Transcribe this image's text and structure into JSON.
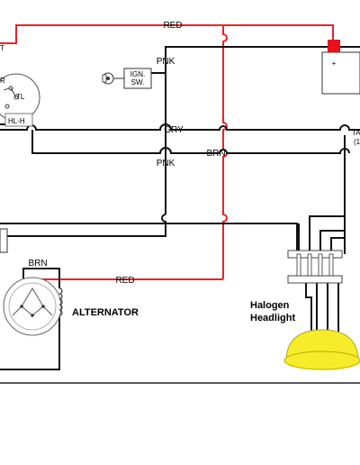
{
  "colors": {
    "red_wire": "#e8242a",
    "black_wire": "#111111",
    "dark_wire": "#2a2a2a",
    "battery_terminal": "#e8111a",
    "lamp_yellow": "#f7ec2a",
    "lamp_stroke": "#b8a800"
  },
  "labels": {
    "red_top": "RED",
    "pnk_upper": "PNK",
    "gry": "GRY",
    "brn_mid": "BRN",
    "pnk_lower": "PNK",
    "brn_alt": "BRN",
    "red_alt": "RED",
    "ign_sw_line1": "IGN.",
    "ign_sw_line2": "SW.",
    "switch_r": "R",
    "switch_tl": "TL",
    "switch_hlh": "HL-H",
    "partial_t": "T",
    "partial_ta": "TA",
    "partial_one": "(1",
    "battery_plus": "+",
    "alternator": "ALTERNATOR",
    "headlight_line1": "Halogen",
    "headlight_line2": "Headlight"
  },
  "icons": [
    "key-icon",
    "battery-icon",
    "alternator-icon",
    "headlight-bulb-icon",
    "connector-icon"
  ]
}
